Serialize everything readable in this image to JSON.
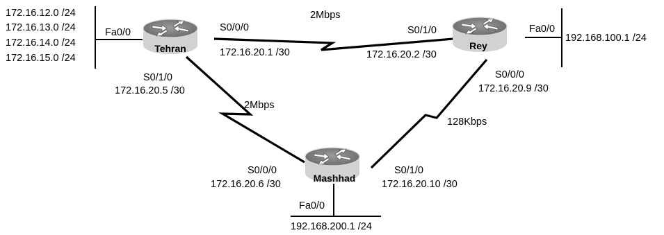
{
  "tehran": {
    "name": "Tehran",
    "lan_networks": [
      "172.16.12.0 /24",
      "172.16.13.0 /24",
      "172.16.14.0 /24",
      "172.16.15.0 /24"
    ],
    "fa_label": "Fa0/0",
    "s000_label": "S0/0/0",
    "s000_ip": "172.16.20.1 /30",
    "s010_label": "S0/1/0",
    "s010_ip": "172.16.20.5 /30"
  },
  "rey": {
    "name": "Rey",
    "fa_label": "Fa0/0",
    "fa_ip": "192.168.100.1 /24",
    "s010_label": "S0/1/0",
    "s010_ip": "172.16.20.2 /30",
    "s000_label": "S0/0/0",
    "s000_ip": "172.16.20.9 /30"
  },
  "mashhad": {
    "name": "Mashhad",
    "fa_label": "Fa0/0",
    "fa_ip": "192.168.200.1 /24",
    "s000_label": "S0/0/0",
    "s000_ip": "172.16.20.6 /30",
    "s010_label": "S0/1/0",
    "s010_ip": "172.16.20.10 /30"
  },
  "links": {
    "tehran_rey": "2Mbps",
    "tehran_mashhad": "2Mbps",
    "rey_mashhad": "128Kbps"
  },
  "icons": {
    "router": "router-icon"
  }
}
